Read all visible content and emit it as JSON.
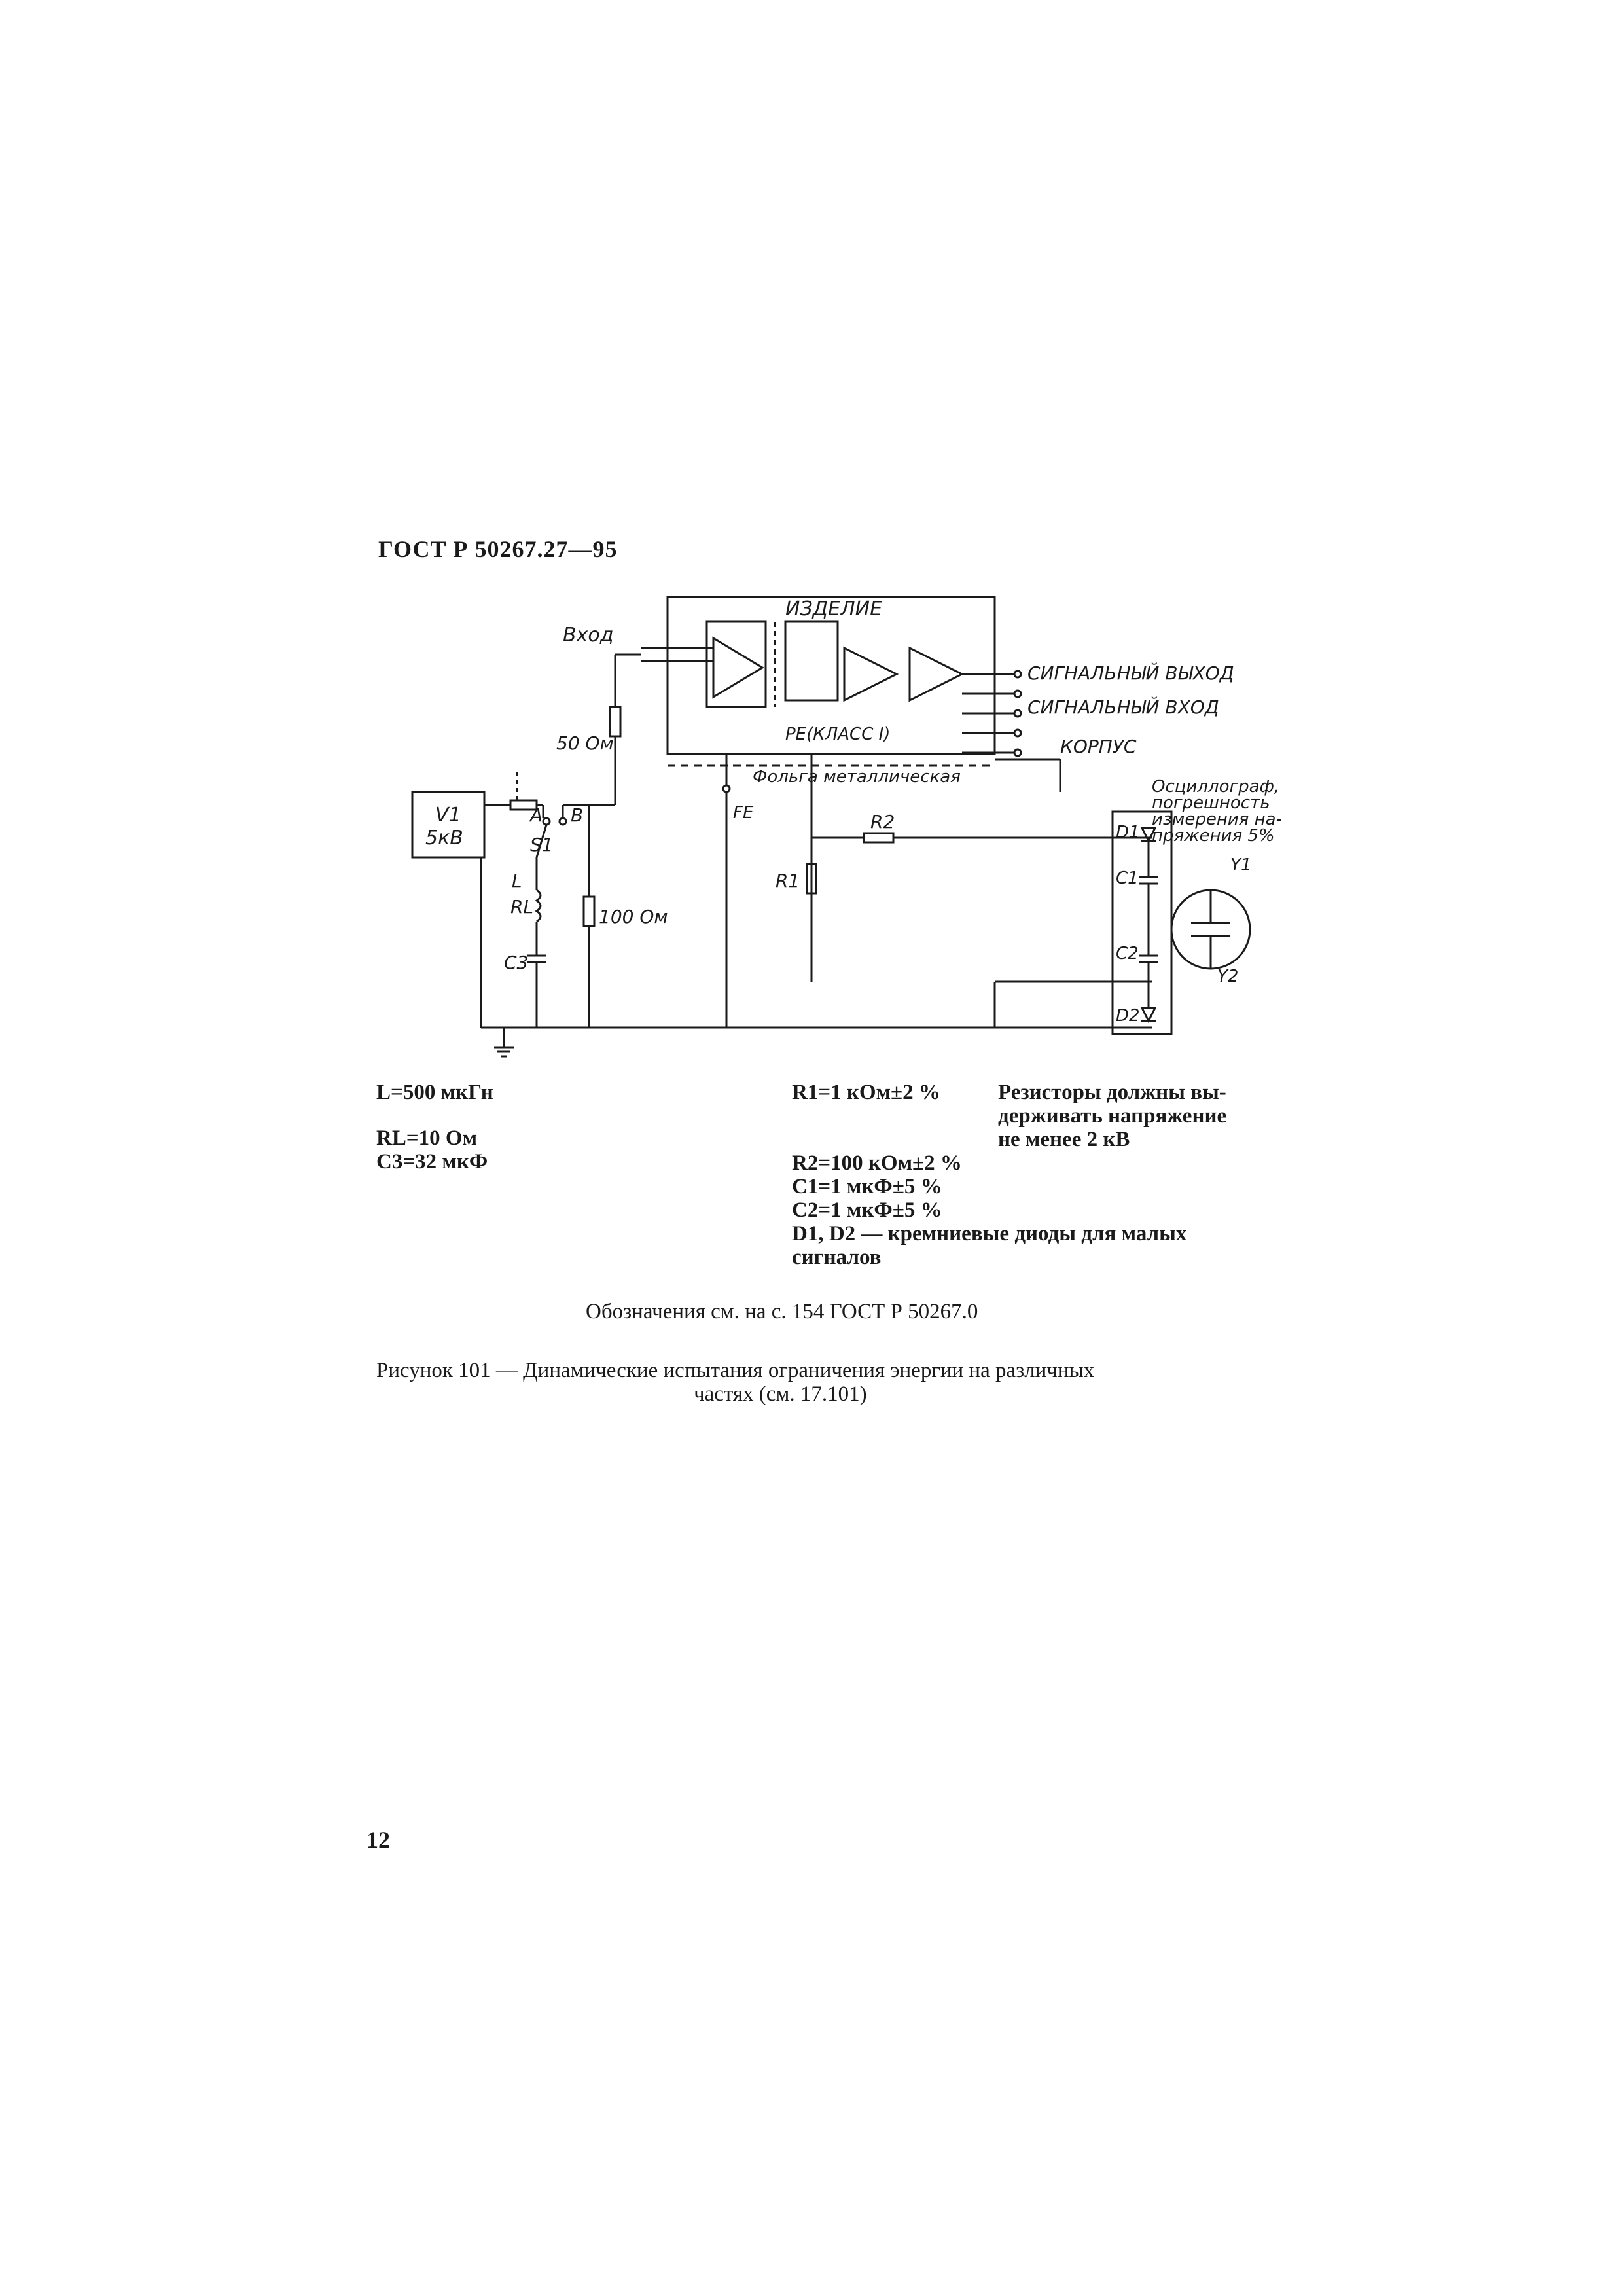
{
  "header": "ГОСТ Р 50267.27—95",
  "diagram": {
    "product": "ИЗДЕЛИЕ",
    "input": "Вход",
    "signal_output": "СИГНАЛЬНЫЙ ВЫХОД",
    "signal_input": "СИГНАЛЬНЫЙ ВХОД",
    "pe": "РЕ(КЛАСС I)",
    "housing": "КОРПУС",
    "foil": "Фольга металлическая",
    "fe": "FE",
    "r50": "50 Ом",
    "r100": "100 Ом",
    "src1": "V1",
    "src2": "5кВ",
    "a": "A",
    "b": "B",
    "s1": "S1",
    "l": "L",
    "rl": "RL",
    "c3": "C3",
    "r1": "R1",
    "r2": "R2",
    "d1": "D1",
    "d2": "D2",
    "c1": "C1",
    "c2": "C2",
    "y1": "Y1",
    "y2": "Y2",
    "osc1": "Осциллограф,",
    "osc2": "погрешность",
    "osc3": "измерения на-",
    "osc4": "пряжения 5%"
  },
  "params": {
    "l": "L=500 мкГн",
    "rl": "RL=10 Ом",
    "c3": "C3=32 мкФ",
    "r1": "R1=1 кОм±2 %",
    "r1_note1": "Резисторы должны вы-",
    "r1_note2": "держивать напряжение",
    "r1_note3": "не менее 2 кВ",
    "r2": "R2=100 кОм±2 %",
    "c1": "C1=1 мкФ±5 %",
    "c2": "C2=1 мкФ±5 %",
    "d": "D1, D2 — кремниевые диоды для малых",
    "d2": "сигналов"
  },
  "notation": "Обозначения см. на с. 154 ГОСТ Р 50267.0",
  "caption1": "Рисунок 101 — Динамические испытания ограничения энергии на различных",
  "caption2": "частях (см. 17.101)",
  "page_number": "12"
}
